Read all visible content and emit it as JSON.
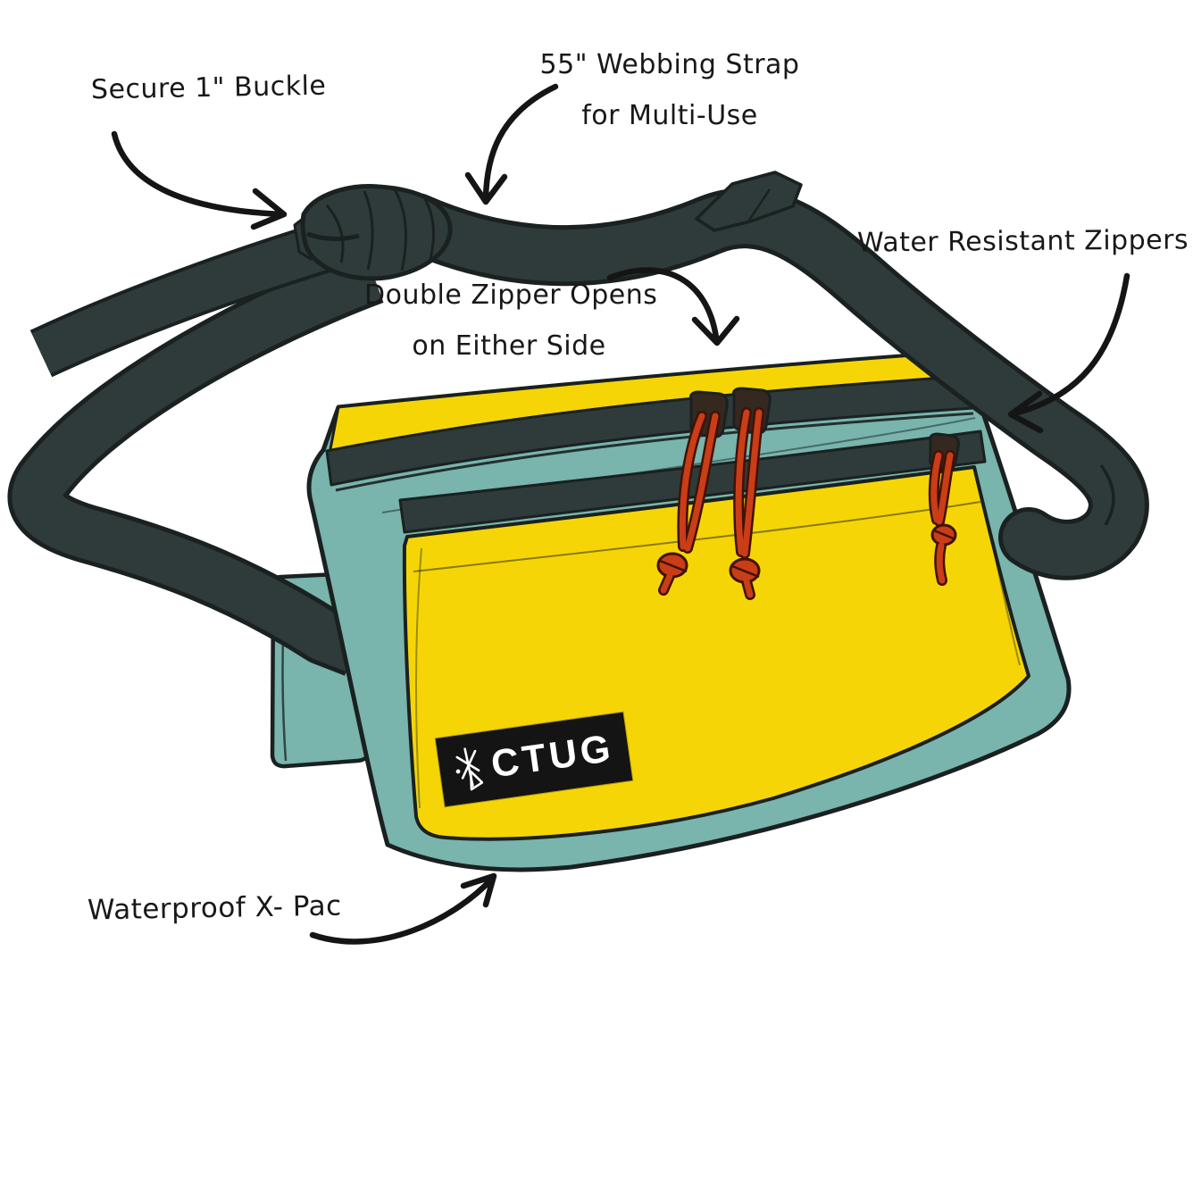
{
  "title": "Fanny pack feature diagram",
  "annotations": {
    "buckle": {
      "text": "Secure 1\" Buckle"
    },
    "strap": {
      "line1": "55\" Webbing Strap",
      "line2": "for Multi-Use"
    },
    "double_zipper": {
      "line1": "Double Zipper Opens",
      "line2": "on Either Side"
    },
    "zippers": {
      "text": "Water Resistant Zippers"
    },
    "material": {
      "text": "Waterproof X- Pac"
    }
  },
  "logo": {
    "brand": "CTUG",
    "icon": "hiker-sapling-icon"
  },
  "colors": {
    "yellow": "#F6D507",
    "teal": "#79B4AD",
    "strap": "#2E3B3A",
    "cord": "#C93D17",
    "cord_dark": "#401206",
    "outline": "#1A2120",
    "ink": "#181818",
    "logo_bg": "#141414",
    "logo_text": "#FFFFFF",
    "background": "#FFFFFF"
  }
}
